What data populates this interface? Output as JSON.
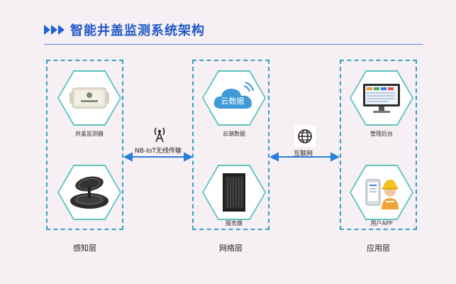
{
  "title": "智能井盖监测系统架构",
  "layers": {
    "perception": {
      "label": "感知层",
      "node1": "井盖监测器",
      "node2": ""
    },
    "network": {
      "label": "网络层",
      "node1": "云端数据",
      "cloud_text": "云数据",
      "node2": "服务器"
    },
    "application": {
      "label": "应用层",
      "node1": "管理后台",
      "node2": "用户APP"
    }
  },
  "connections": {
    "left": "NB-IoT无线传输",
    "right": "互联网"
  },
  "colors": {
    "accent": "#1f58c7",
    "dashed_border": "#35a0c6",
    "hex_border": "#5cc3bb",
    "arrow": "#2a7fd8",
    "background": "#f6eff4"
  }
}
